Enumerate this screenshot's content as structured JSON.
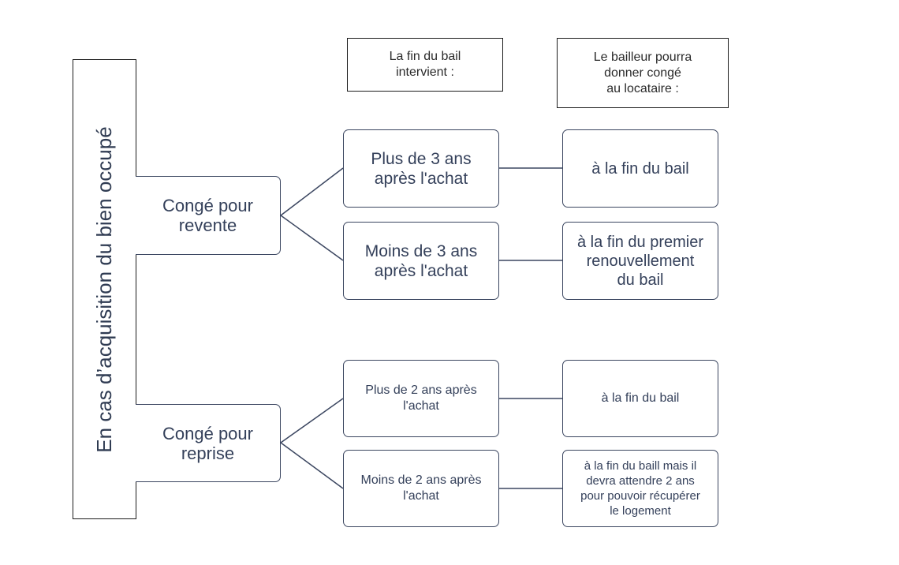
{
  "root": {
    "label": "En cas d’acquisition du bien occupé"
  },
  "headers": {
    "fin_bail": "La fin du bail\nintervient :",
    "conge": "Le bailleur pourra\ndonner congé\nau locataire :"
  },
  "branches": [
    {
      "label": "Congé pour\nrevente",
      "rows": [
        {
          "condition": "Plus de 3 ans\naprès l'achat",
          "result": "à la fin du bail"
        },
        {
          "condition": "Moins de 3 ans\naprès l'achat",
          "result": "à la fin du premier\nrenouvellement\ndu bail"
        }
      ]
    },
    {
      "label": "Congé pour\nreprise",
      "rows": [
        {
          "condition": "Plus de 2 ans après\nl'achat",
          "result": "à la fin du bail"
        },
        {
          "condition": "Moins de 2 ans après\nl'achat",
          "result": "à la fin du baill mais il\ndevra attendre 2 ans\npour pouvoir récupérer\nle logement"
        }
      ]
    }
  ]
}
